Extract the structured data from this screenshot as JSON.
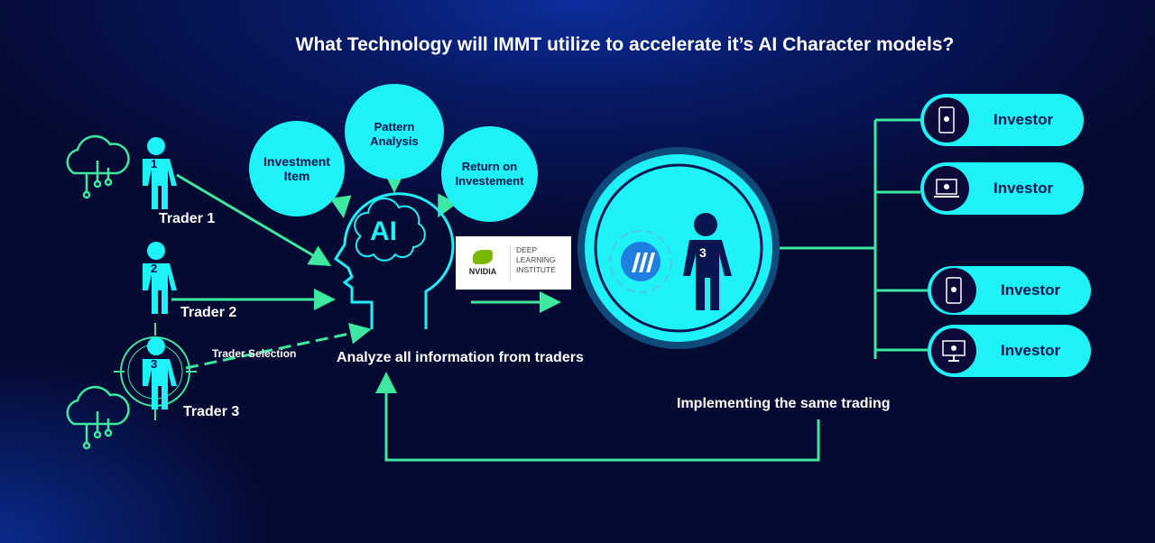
{
  "title": "What Technology will IMMT utilize to accelerate it’s AI Character models?",
  "traders": [
    {
      "label": "Trader 1",
      "number": "1"
    },
    {
      "label": "Trader 2",
      "number": "2"
    },
    {
      "label": "Trader 3",
      "number": "3"
    }
  ],
  "trader_selection": "Trader Selection",
  "factors": [
    "Investment Item",
    "Pattern Analysis",
    "Return on Investement"
  ],
  "ai_label": "AI",
  "analyze_label": "Analyze all information from traders",
  "nvidia": {
    "brand": "NVIDIA",
    "line1": "DEEP",
    "line2": "LEARNING",
    "line3": "INSTITUTE"
  },
  "selected_trader_number": "3",
  "investors": [
    {
      "label": "Investor",
      "device": "smartphone-icon"
    },
    {
      "label": "Investor",
      "device": "laptop-icon"
    },
    {
      "label": "Investor",
      "device": "smartphone-icon"
    },
    {
      "label": "Investor",
      "device": "desktop-icon"
    }
  ],
  "implementing_label": "Implementing the same trading",
  "colors": {
    "cyan": "#1ef2f7",
    "green": "#3ee8a0",
    "navy": "#0a1650"
  }
}
